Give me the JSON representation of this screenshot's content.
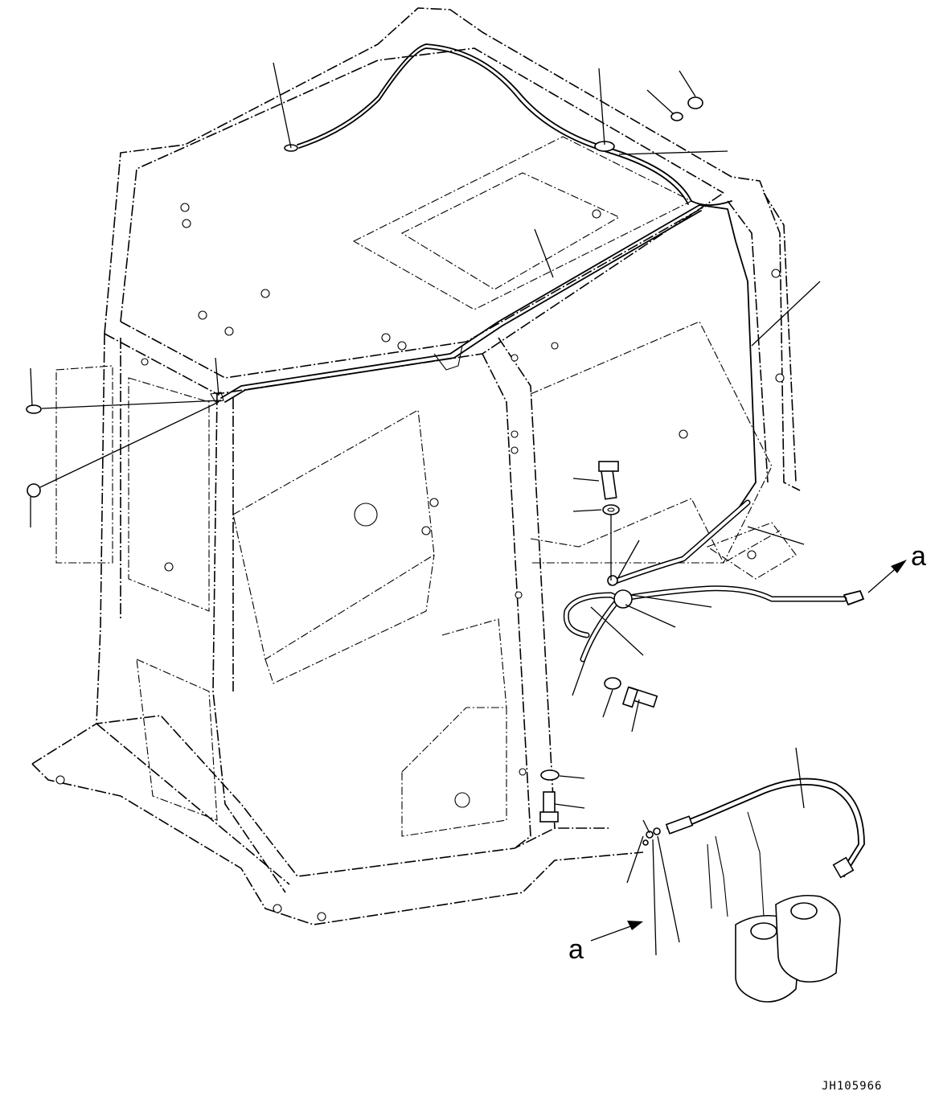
{
  "diagram": {
    "type": "exploded-parts-drawing",
    "ref_label_a_top": "a",
    "ref_label_a_bottom": "a",
    "drawing_id": "JH105966"
  }
}
